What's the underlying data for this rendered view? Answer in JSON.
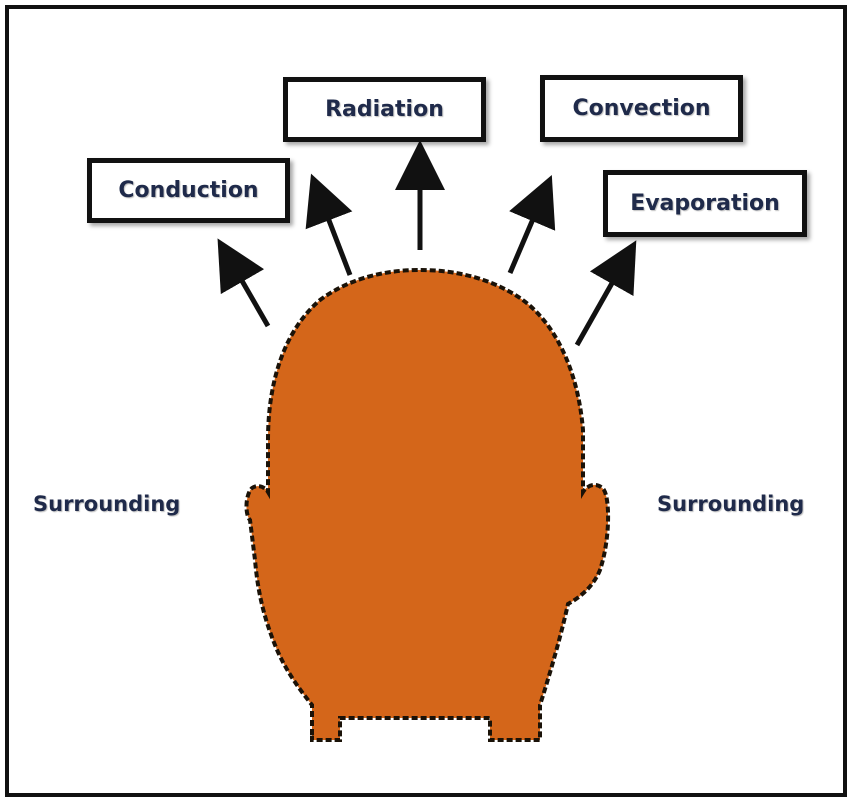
{
  "diagram": {
    "labels": {
      "conduction": "Conduction",
      "radiation": "Radiation",
      "convection": "Convection",
      "evaporation": "Evaporation"
    },
    "surrounding_left": "Surrounding",
    "surrounding_right": "Surrounding",
    "colors": {
      "head": "#d4661a",
      "head_outline": "#1a1208",
      "arrow": "#111111",
      "text": "#1f2a4a"
    }
  }
}
